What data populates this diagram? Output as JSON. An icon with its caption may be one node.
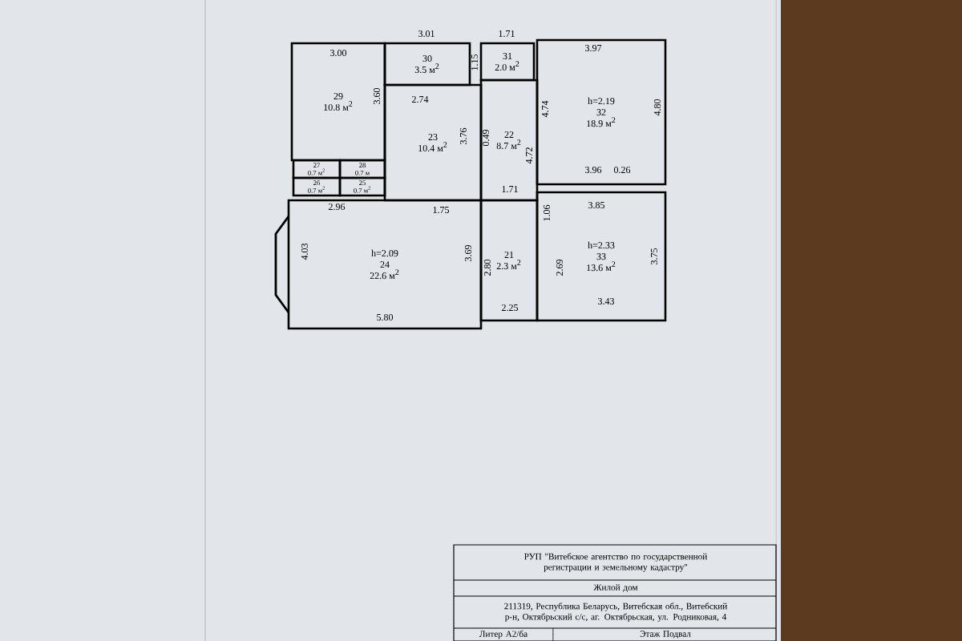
{
  "diagram": {
    "nodes": [
      {
        "text": [
          "29",
          "10.8 м$^{2}$"
        ]
      },
      {
        "text": [
          "30",
          "3.5 м$^{2}$"
        ]
      },
      {
        "text": [
          "31",
          "2.0 м$^{2}$"
        ]
      },
      {
        "text": [
          "23",
          "10.4 м$^{2}$"
        ]
      },
      {
        "text": [
          "27",
          "0.7 м$^{2}$"
        ]
      },
      {
        "text": [
          "28",
          "0.7 м"
        ]
      },
      {
        "text": [
          "26",
          "0.7 м$^{2}$"
        ]
      },
      {
        "text": [
          "25",
          "0.7 м$^{2}$"
        ]
      },
      {
        "text": [
          "h=2.09",
          "24",
          "22.6 м$^{2}$"
        ]
      },
      {
        "text": [
          "22",
          "8.7 м$^{2}$"
        ]
      },
      {
        "text": [
          "h=2.19",
          "32",
          "18.9 м$^{2}$"
        ]
      },
      {
        "text": [
          "21",
          "2.3 м$^{2}$"
        ]
      },
      {
        "text": [
          "h=2.33",
          "33",
          "13.6 м$^{2}$"
        ]
      }
    ],
    "labels": [
      "3.00",
      "3.01",
      "1.71",
      "3.97",
      "1.15",
      "3.60",
      "2.74",
      "4.74",
      "4.80",
      "3.76",
      "0.49",
      "4.72",
      "3.96",
      "0.26",
      "2.96",
      "1.75",
      "3.85",
      "1.71",
      "1.06",
      "4.03",
      "3.69",
      "2.80",
      "2.69",
      "3.75",
      "5.80",
      "2.25",
      "3.43",
      "РУП \"Витебское агентство по государственной регистрации и земельному кадастру\"",
      "Жилой дом",
      "211319, Республика Беларусь, Витебская обл., Витебский р-н, Октябрьский с/с, аг. Октябрьская, ул. Родниковая, 4",
      "Литер А2/ба",
      "Этаж Подвал"
    ]
  }
}
